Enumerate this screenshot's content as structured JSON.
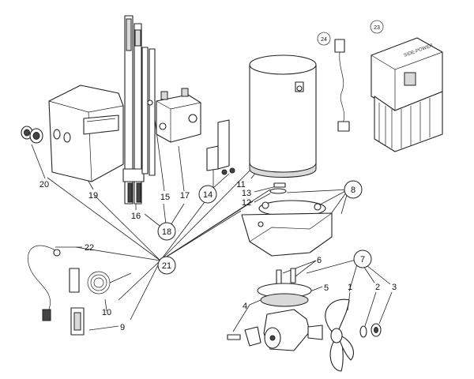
{
  "callouts": {
    "c1": "1",
    "c2": "2",
    "c3": "3",
    "c4": "4",
    "c5": "5",
    "c6": "6",
    "c7": "7",
    "c8": "8",
    "c9": "9",
    "c10": "10",
    "c11": "11",
    "c12": "12",
    "c13": "13",
    "c14": "14",
    "c15": "15",
    "c16": "16",
    "c17": "17",
    "c18": "18",
    "c19": "19",
    "c20": "20",
    "c21": "21",
    "c22": "22",
    "c23": "23",
    "c24": "24"
  },
  "controller_brand": "SIDE-POWER"
}
